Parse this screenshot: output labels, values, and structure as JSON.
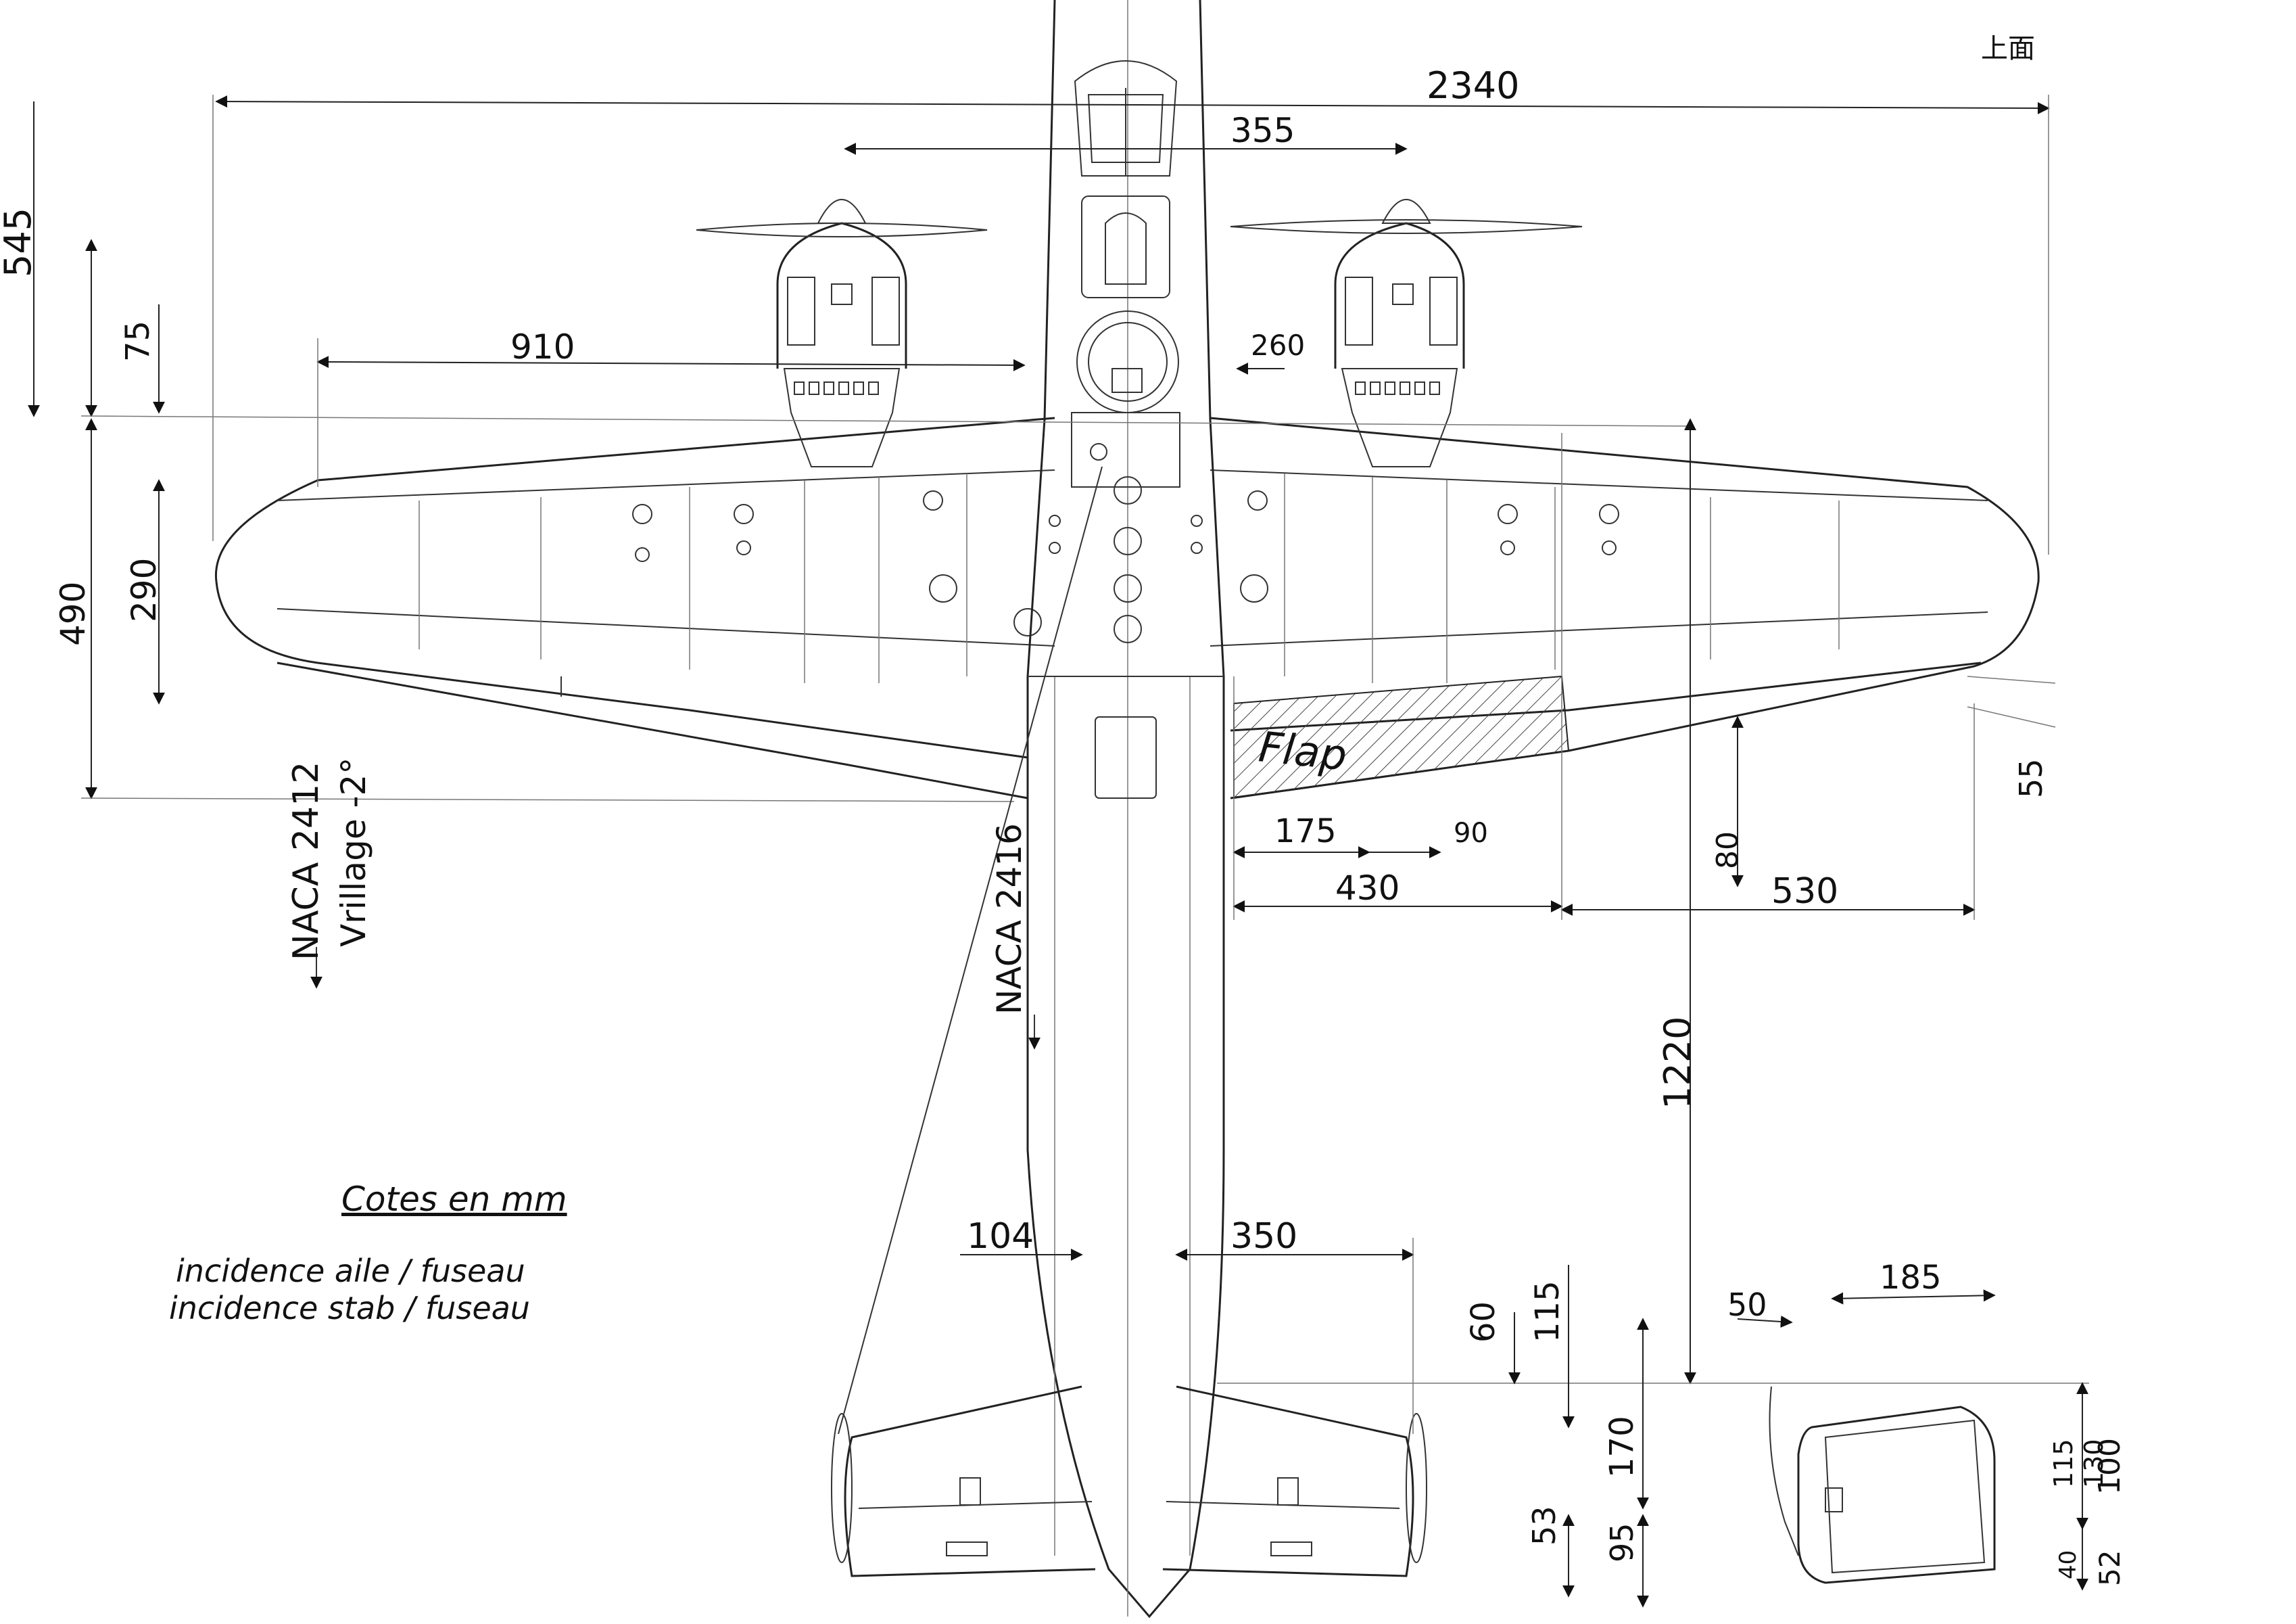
{
  "sheet": {
    "corner_label": "上面",
    "units_note": "Cotes en mm",
    "incidence_wing": "incidence aile / fuseau",
    "incidence_stab": "incidence stab / fuseau"
  },
  "annotations": {
    "wing_profile": "NACA 2412",
    "washout": "Vrillage -2°",
    "root_profile": "NACA 2416",
    "flap": "Flap"
  },
  "dimensions": {
    "span": "2340",
    "nacelle_spacing": "355",
    "half_nacelle": "910",
    "fuselage_width": "260",
    "nose_to_wing": "545",
    "spinner": "75",
    "chord_root": "490",
    "chord_panel": "290",
    "flap_span": "175",
    "flap_gap": "90",
    "flap_total": "430",
    "aileron_span": "530",
    "aileron_chord": "55",
    "flap_chord": "80",
    "wing_to_tail": "1220",
    "fus_rear_width": "104",
    "stab_half_span": "350",
    "d60": "60",
    "d115": "115",
    "d170": "170",
    "d53": "53",
    "d95": "95",
    "d50": "50",
    "d185": "185",
    "d100": "100",
    "d52": "52",
    "d115b": "115",
    "d130": "130",
    "d40": "40"
  },
  "colors": {
    "ink": "#111111",
    "paper": "#ffffff"
  }
}
